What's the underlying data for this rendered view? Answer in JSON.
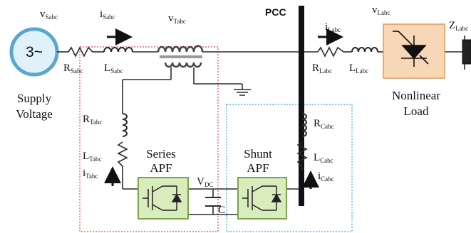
{
  "source": {
    "symbol": "3~",
    "caption_line1": "Supply",
    "caption_line2": "Voltage"
  },
  "labels": {
    "vs": {
      "main": "v",
      "sub": "Sabc"
    },
    "is": {
      "main": "i",
      "sub": "Sabc"
    },
    "vt": {
      "main": "v",
      "sub": "Tabc"
    },
    "rs": {
      "main": "R",
      "sub": "Sabc"
    },
    "ls": {
      "main": "L",
      "sub": "Sabc"
    },
    "pcc": "PCC",
    "il": {
      "main": "i",
      "sub": "Labc"
    },
    "vl": {
      "main": "v",
      "sub": "Labc"
    },
    "rl": {
      "main": "R",
      "sub": "Labc"
    },
    "ll": {
      "main": "L",
      "sub": "Labc"
    },
    "zl": {
      "main": "Z",
      "sub": "Labc"
    },
    "rt": {
      "main": "R",
      "sub": "Tabc"
    },
    "lt": {
      "main": "L",
      "sub": "Tabc"
    },
    "it": {
      "main": "i",
      "sub": "Tabc"
    },
    "rc": {
      "main": "R",
      "sub": "Cabc"
    },
    "lc": {
      "main": "L",
      "sub": "Cabc"
    },
    "ic": {
      "main": "i",
      "sub": "Cabc"
    },
    "vdc": {
      "main": "V",
      "sub": "DC"
    },
    "cap": "C"
  },
  "blocks": {
    "series_apf": {
      "line1": "Series",
      "line2": "APF"
    },
    "shunt_apf": {
      "line1": "Shunt",
      "line2": "APF"
    },
    "load": {
      "line1": "Nonlinear",
      "line2": "Load"
    }
  },
  "colors": {
    "wire": "#2b2b2b",
    "source_fill": "#dff2fb",
    "source_stroke": "#5aa6cf",
    "series_box": "#e56a6a",
    "shunt_box": "#5fb7d8",
    "converter_fill": "#d9ecbb",
    "converter_stroke": "#7da34c",
    "load_fill": "#f8d7b6",
    "load_stroke": "#e19a5a",
    "transformer_fill": "#bdbdbd"
  }
}
